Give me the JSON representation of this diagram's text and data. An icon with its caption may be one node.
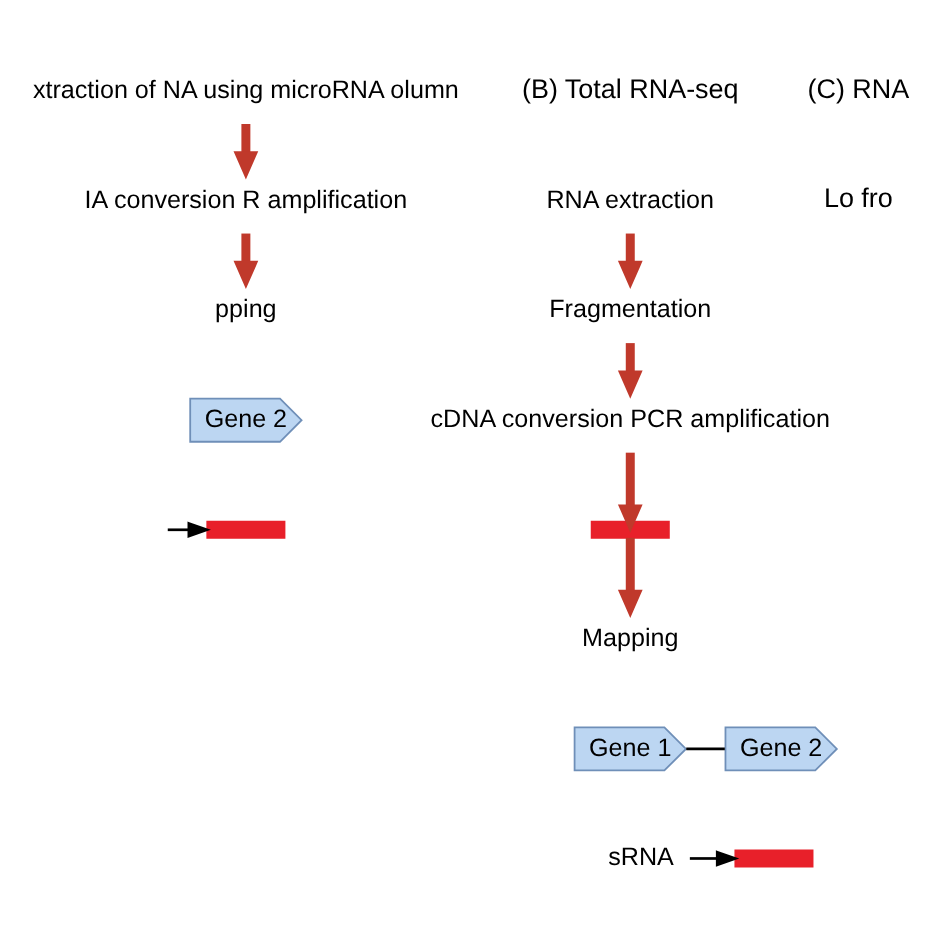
{
  "diagram": {
    "nodes": [
      {
        "text": [
          "xtraction of NA using microRNA olumn"
        ]
      },
      {
        "text": [
          "IA conversion R amplification"
        ]
      },
      {
        "text": [
          "pping"
        ]
      },
      {
        "text": [
          "Gene 2"
        ]
      },
      {
        "text": [],
        "shape": "bar"
      },
      {
        "text": [
          "RNA extraction"
        ]
      },
      {
        "text": [
          "Fragmentation"
        ]
      },
      {
        "text": [
          "cDNA conversion PCR amplification"
        ]
      },
      {
        "text": [],
        "shape": "bar"
      },
      {
        "text": [
          "Mapping"
        ]
      },
      {
        "text": [
          "Gene 1"
        ]
      },
      {
        "text": [
          "Gene 2"
        ]
      },
      {
        "text": [
          "sRNA"
        ]
      },
      {
        "text": [],
        "shape": "bar"
      }
    ],
    "edges": [
      {
        "from": 0,
        "to": 1,
        "arrow": "to"
      },
      {
        "from": 1,
        "to": 2,
        "arrow": "to"
      },
      {
        "from": null,
        "to": 4,
        "arrow": "to",
        "color": "#000000"
      },
      {
        "from": 5,
        "to": 6,
        "arrow": "to"
      },
      {
        "from": 6,
        "to": 7,
        "arrow": "to"
      },
      {
        "from": 7,
        "to": 8,
        "arrow": "to"
      },
      {
        "from": 8,
        "to": 9,
        "arrow": "to"
      },
      {
        "from": 10,
        "to": 11,
        "arrow": "none",
        "color": "#000000"
      },
      {
        "from": 12,
        "to": 13,
        "arrow": "to",
        "color": "#000000"
      }
    ],
    "labels": [
      "(B) Total RNA-seq",
      "(C) RNA",
      "Lo fro"
    ]
  }
}
